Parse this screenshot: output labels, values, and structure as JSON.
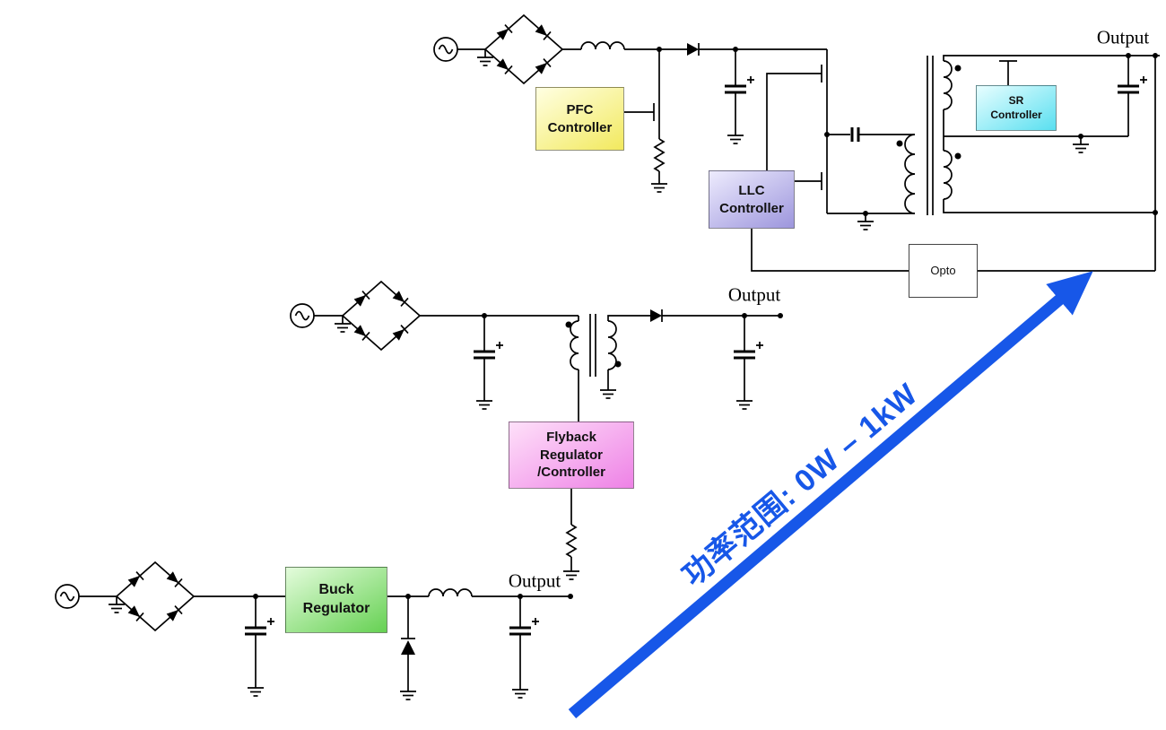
{
  "outputs": {
    "top": "Output",
    "middle": "Output",
    "bottom": "Output"
  },
  "blocks": {
    "pfc": {
      "label": "PFC\nController",
      "color": "#f2e95e"
    },
    "llc": {
      "label": "LLC\nController",
      "color": "#9d96dd"
    },
    "sr": {
      "label": "SR\nController",
      "color": "#59dff0"
    },
    "opto": {
      "label": "Opto",
      "color": "#ffffff"
    },
    "flyback": {
      "label": "Flyback\nRegulator\n/Controller",
      "color": "#ee82e6"
    },
    "buck": {
      "label": "Buck\nRegulator",
      "color": "#66d153"
    }
  },
  "arrow": {
    "label": "功率范围: 0W – 1kW",
    "color": "#1757e8"
  },
  "colors": {
    "wire": "#000000",
    "background": "#ffffff"
  },
  "components": [
    "ac-source",
    "bridge-rectifier",
    "inductor",
    "mosfet",
    "diode",
    "capacitor",
    "resistor",
    "transformer",
    "ground",
    "opto-coupler"
  ]
}
